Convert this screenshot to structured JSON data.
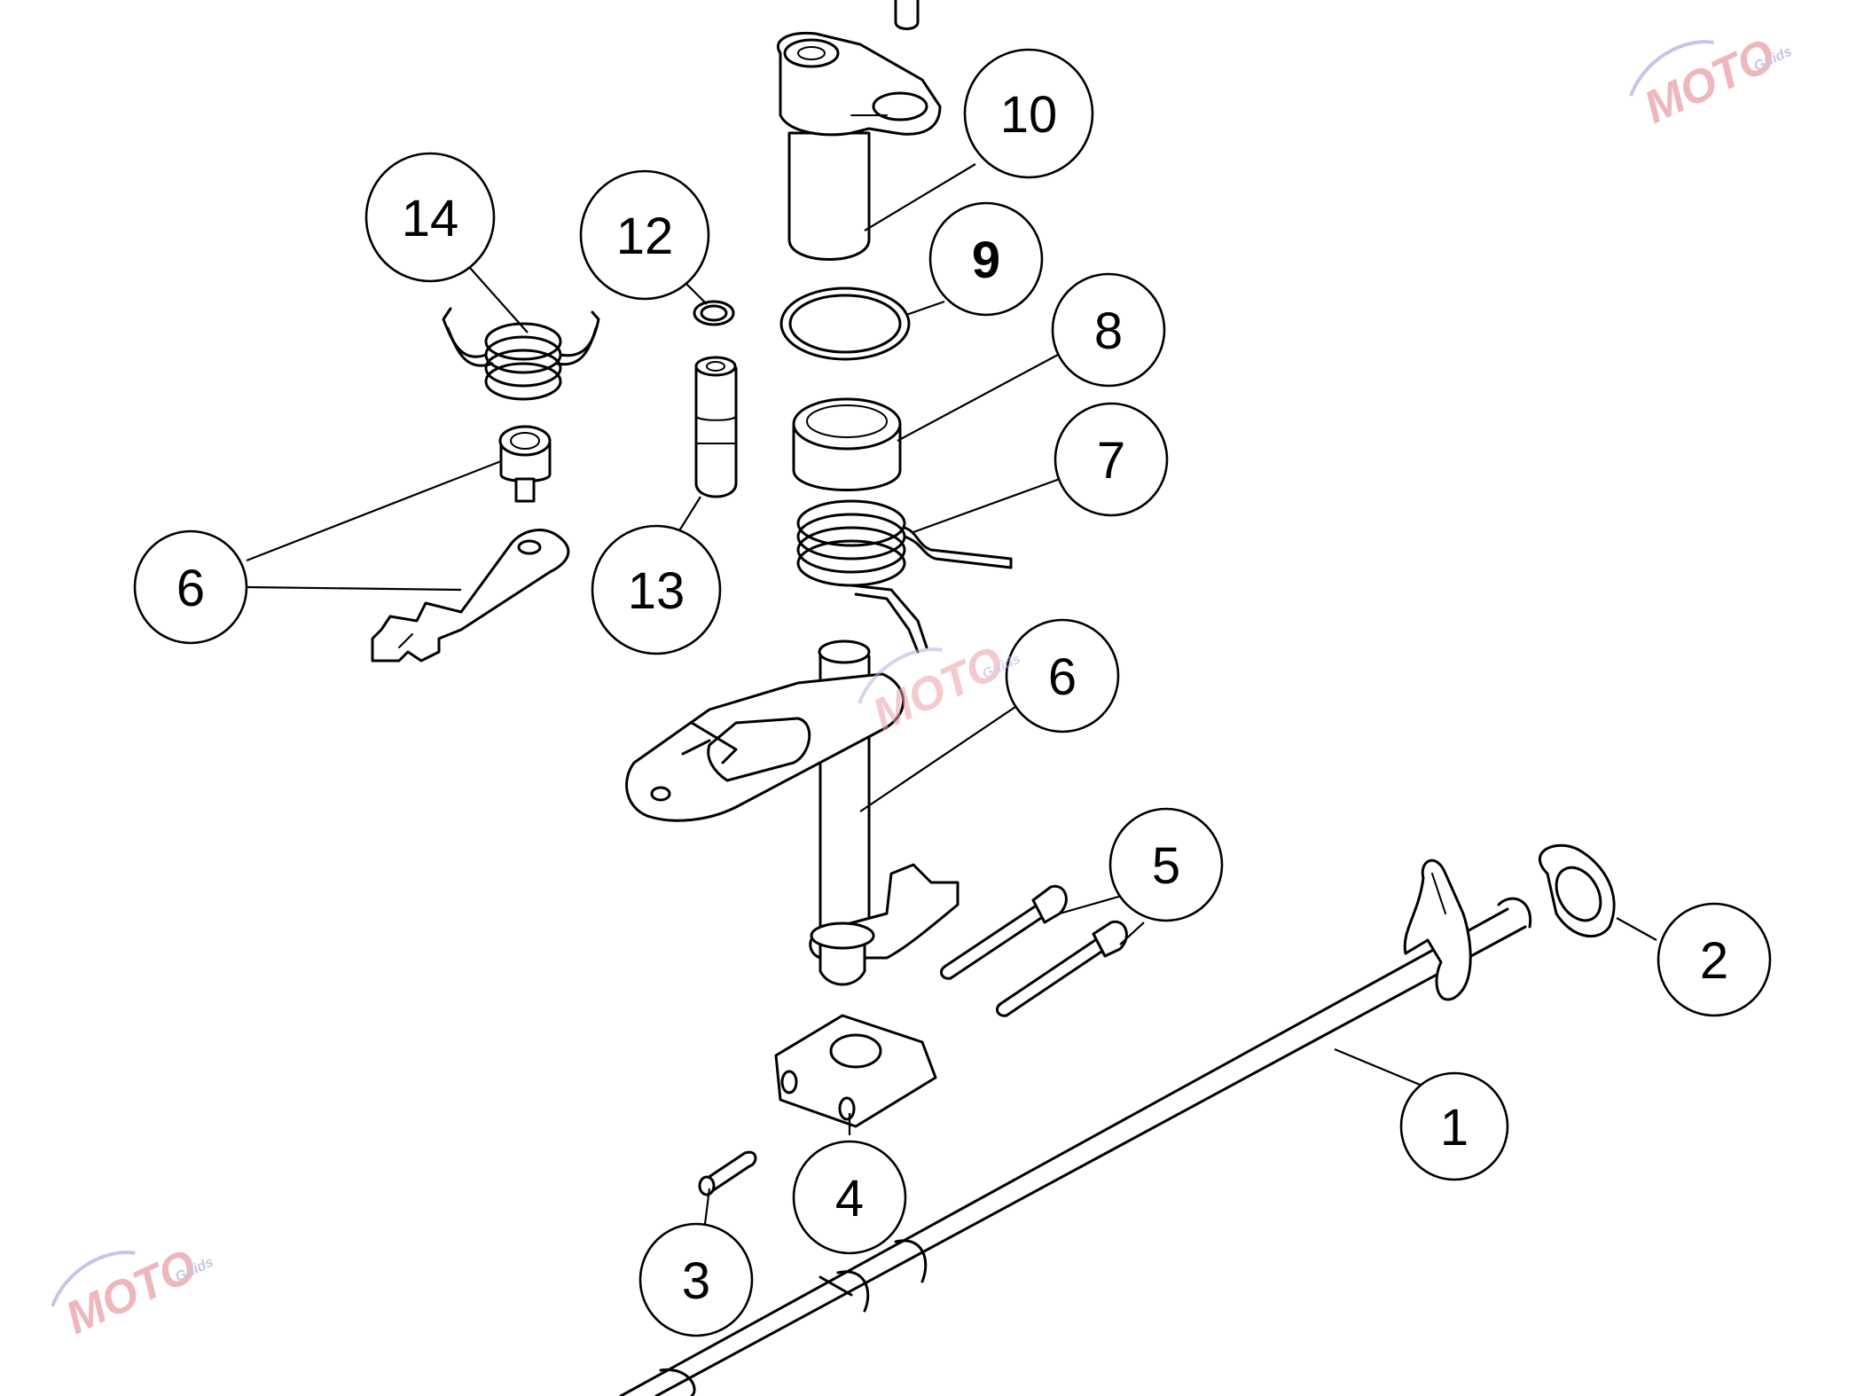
{
  "diagram": {
    "callouts": [
      {
        "id": "c1",
        "label": "1"
      },
      {
        "id": "c2",
        "label": "2"
      },
      {
        "id": "c3",
        "label": "3"
      },
      {
        "id": "c4",
        "label": "4"
      },
      {
        "id": "c5",
        "label": "5"
      },
      {
        "id": "c6a",
        "label": "6"
      },
      {
        "id": "c6b",
        "label": "6"
      },
      {
        "id": "c7",
        "label": "7"
      },
      {
        "id": "c8",
        "label": "8"
      },
      {
        "id": "c9",
        "label": "9"
      },
      {
        "id": "c10",
        "label": "10"
      },
      {
        "id": "c12",
        "label": "12"
      },
      {
        "id": "c13",
        "label": "13"
      },
      {
        "id": "c14",
        "label": "14"
      }
    ]
  },
  "watermark": {
    "text": "MOTO",
    "subtext": "Guids",
    "colors": {
      "primary": "#e8a0a8",
      "secondary": "#b8b0e0",
      "gear": "#c8c8c8"
    }
  }
}
